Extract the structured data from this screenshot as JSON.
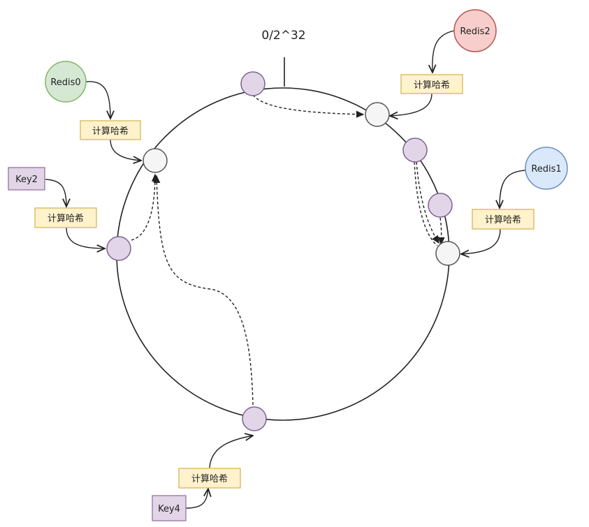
{
  "diagram": {
    "ring_label": "0/2^32",
    "servers": [
      {
        "id": "redis0",
        "label": "Redis0",
        "fill": "#d5e8d4",
        "stroke": "#82b366"
      },
      {
        "id": "redis1",
        "label": "Redis1",
        "fill": "#dae8fc",
        "stroke": "#6c8ebf"
      },
      {
        "id": "redis2",
        "label": "Redis2",
        "fill": "#f8cecc",
        "stroke": "#b85450"
      }
    ],
    "keys": [
      {
        "id": "key2",
        "label": "Key2"
      },
      {
        "id": "key4",
        "label": "Key4"
      }
    ],
    "hash_label": "计算哈希",
    "colors": {
      "key_node_fill": "#e1d5e7",
      "key_node_stroke": "#9673a6",
      "server_node_fill": "#f5f5f5",
      "server_node_stroke": "#666666",
      "hash_box_fill": "#fff2cc",
      "hash_box_stroke": "#d6b656",
      "line": "#222222"
    }
  }
}
